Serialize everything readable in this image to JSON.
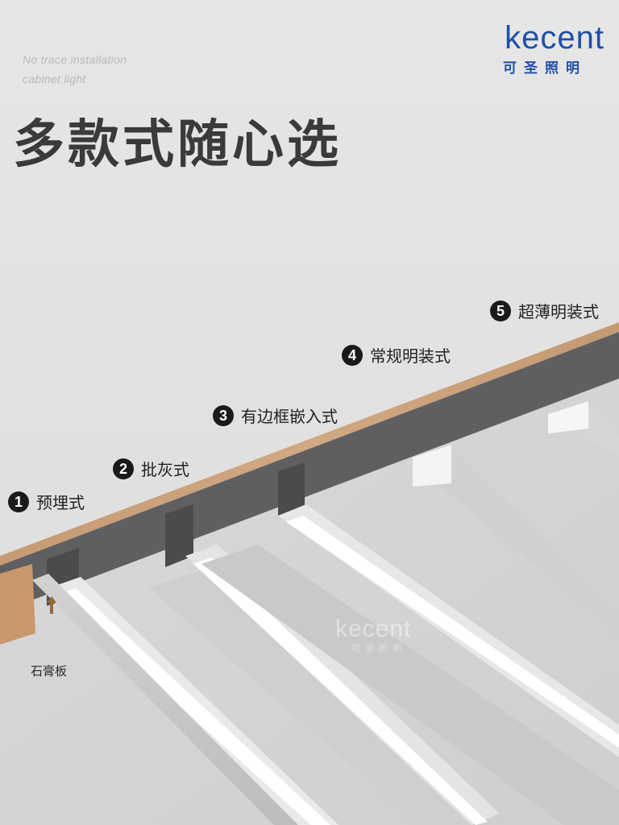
{
  "tagline": [
    "No trace installation",
    "cabinet light"
  ],
  "title": "多款式随心选",
  "logo": {
    "wordmark": "kecent",
    "chinese": "可圣照明",
    "color": "#1f4fa8"
  },
  "steps": [
    {
      "number": "1",
      "label": "预埋式"
    },
    {
      "number": "2",
      "label": "批灰式"
    },
    {
      "number": "3",
      "label": "有边框嵌入式"
    },
    {
      "number": "4",
      "label": "常规明装式"
    },
    {
      "number": "5",
      "label": "超薄明装式"
    }
  ],
  "material_label": "石膏板",
  "watermark": {
    "wordmark": "kecent",
    "chinese": "可圣照明"
  },
  "colors": {
    "wood": "#c9a27e",
    "panel_dark": "#5e5e60",
    "ceiling": "#d6d6d6",
    "led": "#ffffff",
    "channel": "#c7c7c7"
  }
}
